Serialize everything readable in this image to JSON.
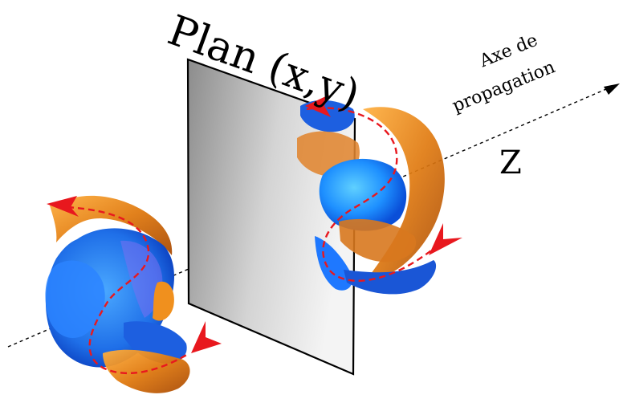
{
  "plane": {
    "label": "Plan (x,y)"
  },
  "axis": {
    "label_line1": "Axe de",
    "label_line2": "propagation",
    "symbol": "Z"
  },
  "colors": {
    "blue_main": "#1e78ff",
    "blue_light": "#3fb6ff",
    "blue_dark": "#0a3fc4",
    "orange_main": "#e07a10",
    "orange_light": "#ffb040",
    "orange_dark": "#a84a05",
    "arrow_red": "#e8181e",
    "plane_gray": "#9a9a9a"
  }
}
